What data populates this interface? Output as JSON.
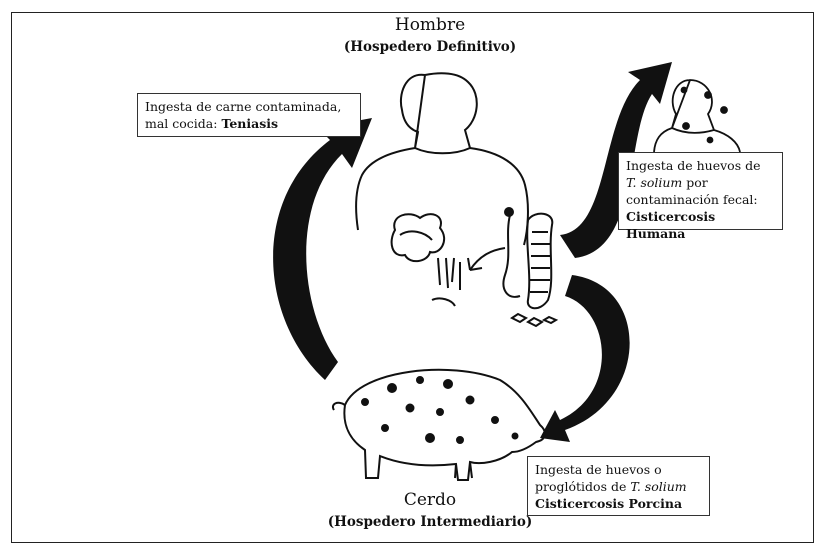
{
  "host_definitive": {
    "title": "Hombre",
    "subtitle": "(Hospedero Definitivo)"
  },
  "host_intermediate": {
    "title": "Cerdo",
    "subtitle": "(Hospedero Intermediario)"
  },
  "box_teniasis": {
    "line1": "Ingesta de carne contaminada,",
    "line2_plain": "mal cocida: ",
    "line2_bold": "Teniasis"
  },
  "box_cist_humana": {
    "line1": "Ingesta de huevos de",
    "line2_italic": "T. solium",
    "line2_plain": " por",
    "line3": "contaminación fecal:",
    "line4_bold": "Cisticercosis Humana"
  },
  "box_cist_porcina": {
    "line1": "Ingesta de huevos o",
    "line2_plain": "proglótidos de ",
    "line2_italic": "T. solium",
    "line3_bold": "Cisticercosis Porcina"
  },
  "colors": {
    "ink": "#111111",
    "border": "#222222",
    "background": "#ffffff"
  }
}
